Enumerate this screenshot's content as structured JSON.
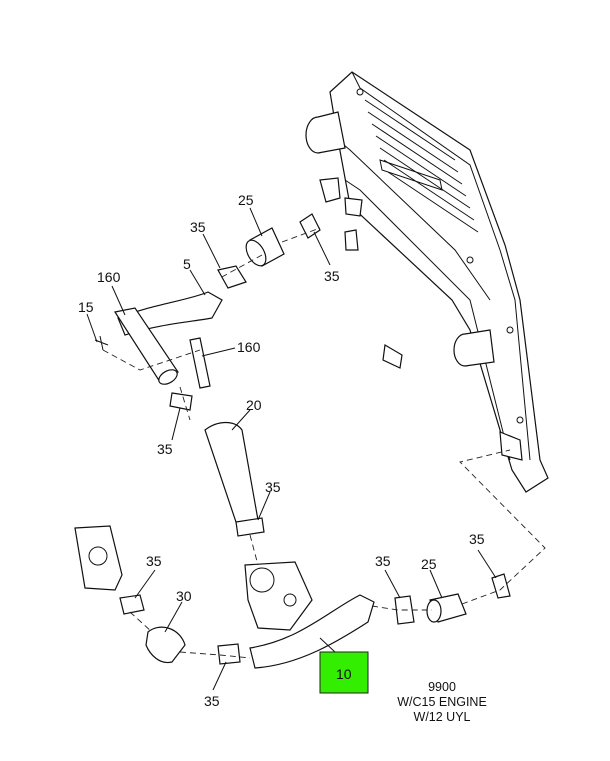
{
  "callouts": {
    "c25_top": "25",
    "c35_a": "35",
    "c35_b": "35",
    "c160_a": "160",
    "c5": "5",
    "c15": "15",
    "c160_b": "160",
    "c20": "20",
    "c35_c": "35",
    "c35_d": "35",
    "c35_e": "35",
    "c30": "30",
    "c35_f": "35",
    "c35_g": "35",
    "c25_bottom": "25",
    "c35_h": "35",
    "c10": "10"
  },
  "highlight": {
    "part": "10",
    "color": "#33ee00"
  },
  "caption": {
    "line1": "9900",
    "line2": "W/C15 ENGINE",
    "line3": "W/12 UYL"
  }
}
